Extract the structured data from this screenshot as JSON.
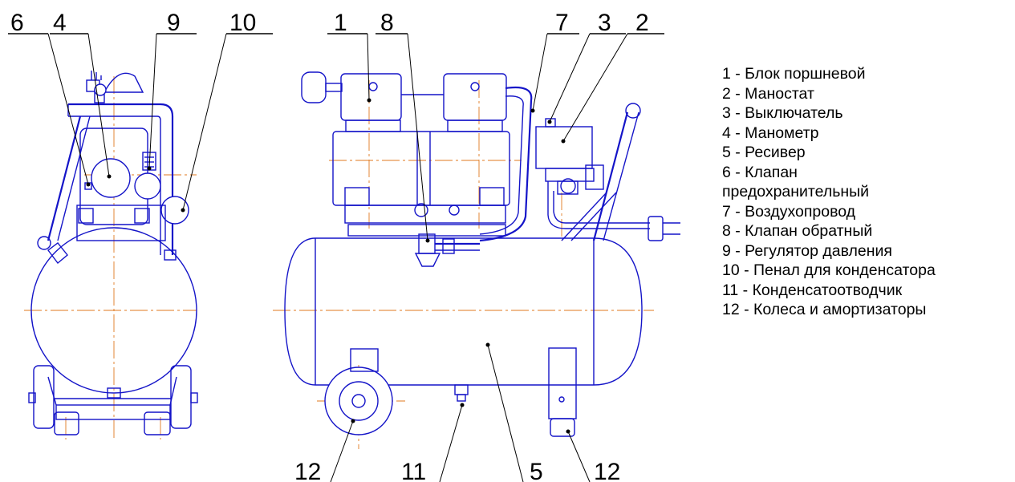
{
  "callouts": {
    "side_view": [
      "6",
      "4",
      "9",
      "10"
    ],
    "front_view_top": [
      "1",
      "8",
      "7",
      "3",
      "2"
    ],
    "bottom": [
      "12",
      "11",
      "5",
      "12"
    ]
  },
  "legend": [
    "1 - Блок поршневой",
    "2 - Маностат",
    "3 - Выключатель",
    "4 - Манометр",
    "5 - Ресивер",
    "6 - Клапан",
    "предохранительный",
    "7 - Воздухопровод",
    "8 - Клапан обратный",
    "9 - Регулятор давления",
    "10 - Пенал для конденсатора",
    "11 - Конденсатоотводчик",
    "12 - Колеса и амортизаторы"
  ],
  "colors": {
    "outline": "#1414c8",
    "centerline": "#e07a1f",
    "text": "#000000"
  }
}
